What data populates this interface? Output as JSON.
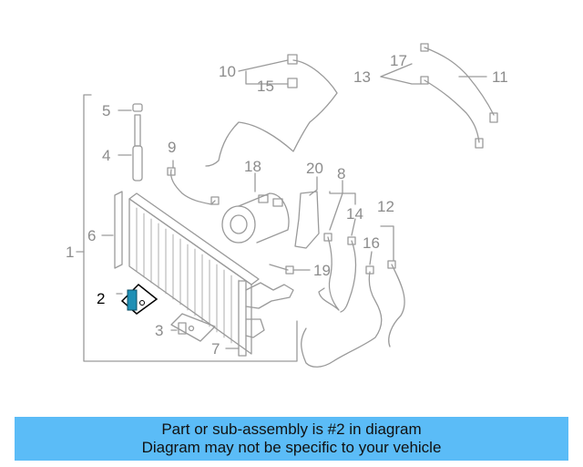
{
  "diagram": {
    "callouts": [
      "1",
      "2",
      "3",
      "4",
      "5",
      "6",
      "7",
      "8",
      "9",
      "10",
      "11",
      "12",
      "13",
      "14",
      "15",
      "16",
      "17",
      "18",
      "19",
      "20"
    ],
    "highlight_callout": "2",
    "colors": {
      "line": "#9a9a9a",
      "label": "#8c8c8c",
      "highlight_part": "#1e8fb5",
      "banner": "#5bbcf7"
    }
  },
  "banner": {
    "line1": "Part or sub-assembly is #2 in diagram",
    "line2": "Diagram may not be specific to your vehicle"
  }
}
